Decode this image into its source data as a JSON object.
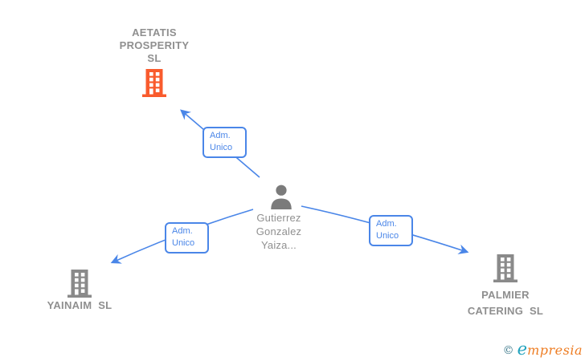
{
  "diagram": {
    "nodes": {
      "top_company": {
        "type": "company",
        "lines": [
          "AETATIS",
          "PROSPERITY",
          "SL"
        ],
        "full_name": "AETATIS PROSPERITY SL",
        "icon": "building-icon",
        "icon_color": "#f95b2d"
      },
      "person": {
        "type": "person",
        "lines": [
          "Gutierrez",
          "Gonzalez",
          "Yaiza..."
        ],
        "full_name": "Gutierrez Gonzalez Yaiza...",
        "icon": "person-icon",
        "icon_color": "#7b7b7b"
      },
      "left_company": {
        "type": "company",
        "lines": [
          "YAINAIM  SL"
        ],
        "full_name": "YAINAIM SL",
        "icon": "building-icon",
        "icon_color": "#8a8a8a"
      },
      "right_company": {
        "type": "company",
        "lines": [
          "PALMIER",
          "CATERING  SL"
        ],
        "full_name": "PALMIER CATERING SL",
        "icon": "building-icon",
        "icon_color": "#8a8a8a"
      }
    },
    "edges": [
      {
        "from": "person",
        "to": "top_company",
        "label_lines": [
          "Adm.",
          "Unico"
        ]
      },
      {
        "from": "person",
        "to": "left_company",
        "label_lines": [
          "Adm.",
          "Unico"
        ]
      },
      {
        "from": "person",
        "to": "right_company",
        "label_lines": [
          "Adm.",
          "Unico"
        ]
      }
    ],
    "colors": {
      "edge_blue": "#4a86e8",
      "company_orange": "#f95b2d",
      "icon_gray": "#8a8a8a",
      "text_gray": "#8f8f8f"
    }
  },
  "footer": {
    "copyright_symbol": "©",
    "brand_first_letter": "e",
    "brand_rest": "mpresia",
    "teal": "#21a2bd",
    "orange": "#ee7d23"
  }
}
